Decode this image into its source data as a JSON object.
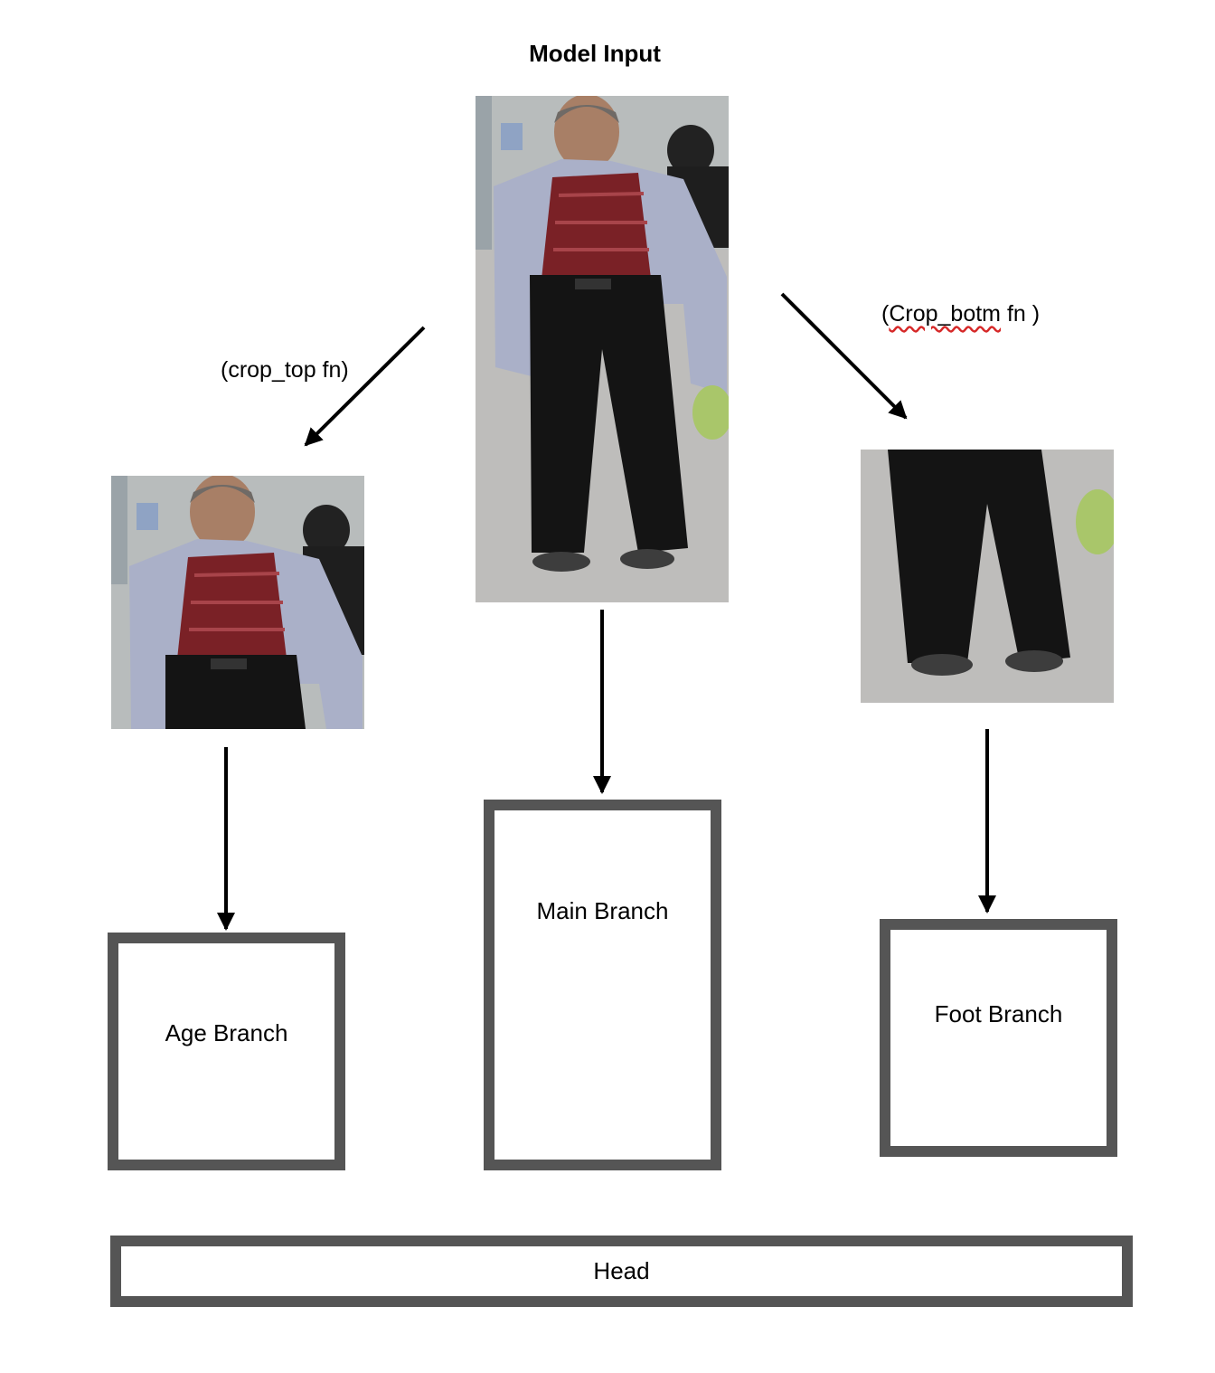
{
  "title": "Model Input",
  "edge_labels": {
    "crop_top": "(crop_top fn)",
    "crop_botm_prefix": "(",
    "crop_botm_word": "Crop_botm",
    "crop_botm_suffix": " fn )"
  },
  "nodes": {
    "age": "Age Branch",
    "main": "Main Branch",
    "foot": "Foot Branch",
    "head": "Head"
  },
  "images": {
    "input": "model-input-photo",
    "top_crop": "top-crop-photo",
    "bottom_crop": "bottom-crop-photo"
  },
  "colors": {
    "box_border": "#555555",
    "arrow": "#000000",
    "spellcheck_underline": "#d62828"
  }
}
